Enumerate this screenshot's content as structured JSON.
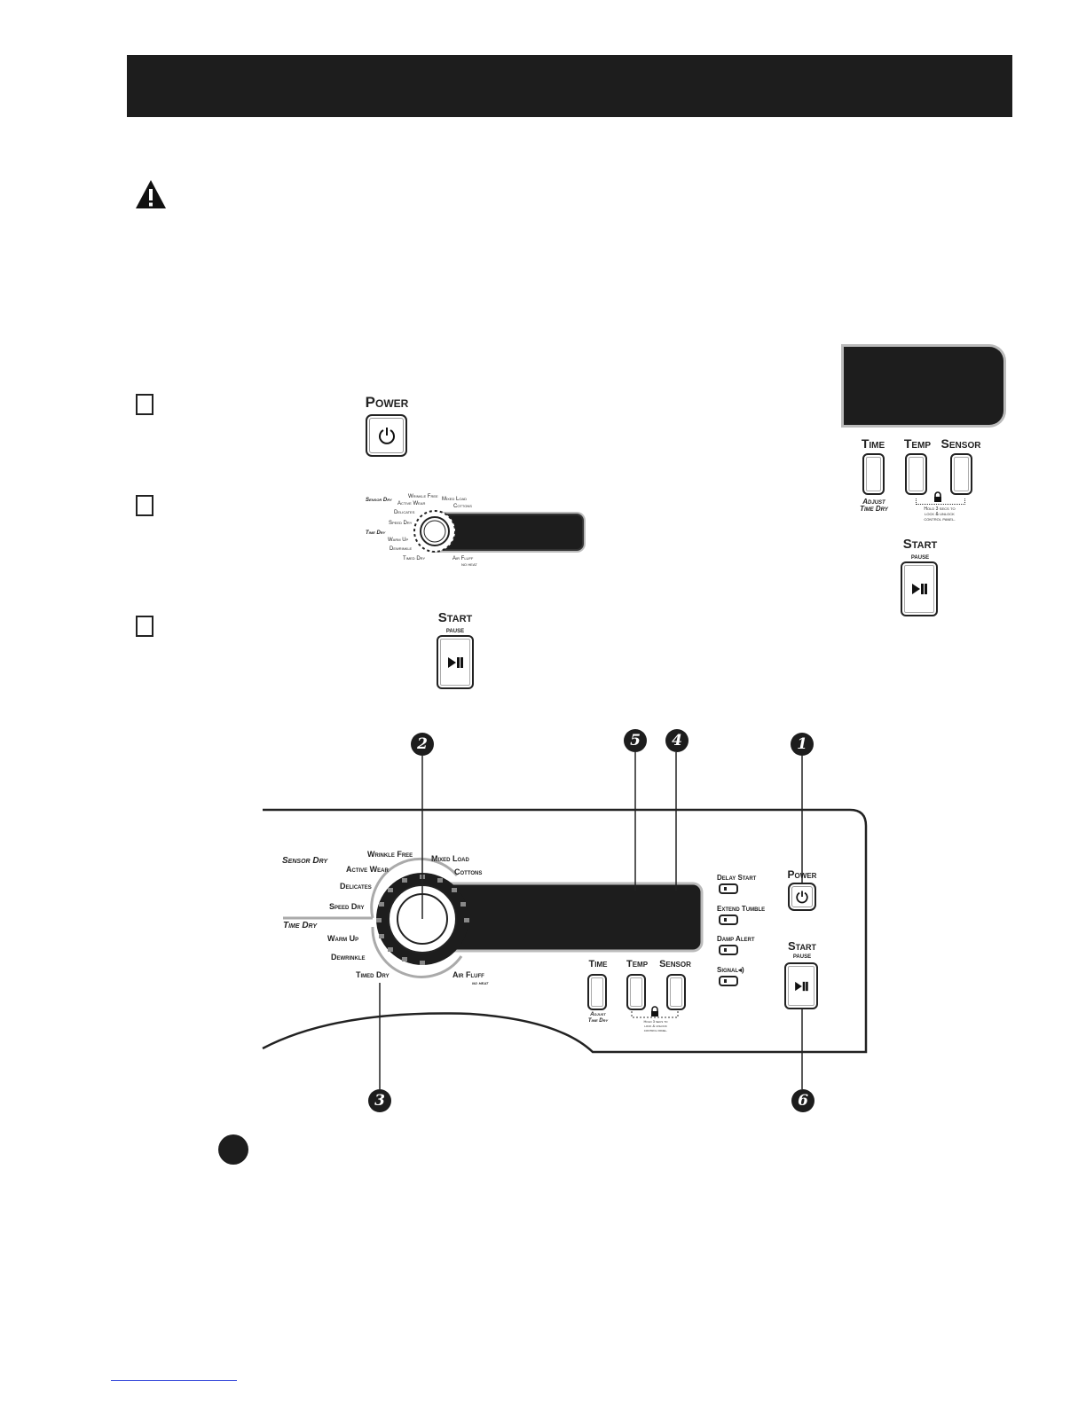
{
  "header": {
    "title": ""
  },
  "steps": [
    {
      "id": "step-1",
      "button": {
        "label": "Power",
        "icon": "power-icon"
      }
    },
    {
      "id": "step-2",
      "selector": {
        "sensor_dry_label": "Sensor Dry",
        "time_dry_label": "Time Dry",
        "cycles": [
          "Wrinkle Free",
          "Active Wear",
          "Delicates",
          "Speed Dry",
          "Warm Up",
          "Dewrinkle",
          "Timed Dry",
          "Mixed Load",
          "Cottons",
          "Air Fluff"
        ],
        "air_fluff_sub": "no heat"
      }
    },
    {
      "id": "step-3",
      "button": {
        "label": "Start",
        "sub": "pause",
        "icon": "play-pause-icon"
      }
    }
  ],
  "side_panel": {
    "time_label": "Time",
    "temp_label": "Temp",
    "sensor_label": "Sensor",
    "adjust_label": "Adjust",
    "time_dry_label": "Time Dry",
    "lock_note_1": "Hold 3 secs to",
    "lock_note_2": "lock & unlock",
    "lock_note_3": "control panel.",
    "start_label": "Start",
    "pause_label": "pause"
  },
  "panel": {
    "sensor_dry": "Sensor Dry",
    "time_dry": "Time Dry",
    "wrinkle_free": "Wrinkle Free",
    "active_wear": "Active Wear",
    "delicates": "Delicates",
    "speed_dry": "Speed Dry",
    "warm_up": "Warm Up",
    "dewrinkle": "Dewrinkle",
    "timed_dry": "Timed Dry",
    "mixed_load": "Mixed Load",
    "cottons": "Cottons",
    "air_fluff": "Air Fluff",
    "no_heat": "no heat",
    "time": "Time",
    "temp": "Temp",
    "sensor": "Sensor",
    "adjust": "Adjust",
    "time_dry_small": "Time Dry",
    "lock_1": "Hold 3 secs to",
    "lock_2": "lock & unlock",
    "lock_3": "control panel.",
    "delay_start": "Delay Start",
    "extend_tumble": "Extend Tumble",
    "damp_alert": "Damp Alert",
    "signal": "Signal",
    "power": "Power",
    "start": "Start",
    "pause": "pause"
  },
  "callouts": [
    "2",
    "5",
    "4",
    "1",
    "3",
    "6"
  ]
}
